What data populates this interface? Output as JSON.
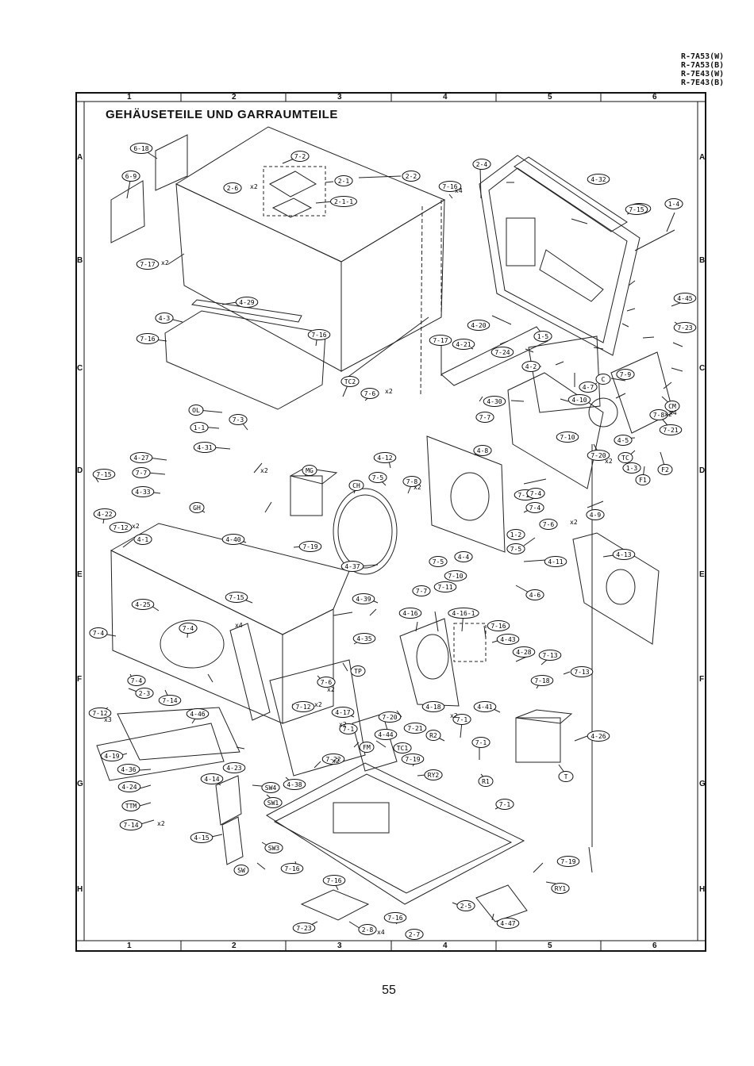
{
  "models": [
    "R-7A53(W)",
    "R-7A53(B)",
    "R-7E43(W)",
    "R-7E43(B)"
  ],
  "title": "GEHÄUSETEILE UND GARRAUMTEILE",
  "page_number": "55",
  "grid": {
    "columns": [
      "1",
      "2",
      "3",
      "4",
      "5",
      "6"
    ],
    "rows": [
      "A",
      "B",
      "C",
      "D",
      "E",
      "F",
      "G",
      "H"
    ]
  },
  "callouts": [
    "6-18",
    "6-9",
    "7-2",
    "2-6",
    "2-1",
    "2-1-1",
    "2-2",
    "7-16",
    "2-4",
    "4-32",
    "7-15",
    "1-4",
    "7-17",
    "4-29",
    "4-3",
    "7-16",
    "7-16",
    "4-45",
    "7-23",
    "4-20",
    "7-17",
    "4-21",
    "1-5",
    "7-24",
    "4-2",
    "TC2",
    "7-6",
    "OL",
    "7-3",
    "1-1",
    "4-31",
    "4-27",
    "7-7",
    "4-33",
    "7-15",
    "4-22",
    "7-12",
    "4-1",
    "MG",
    "CH",
    "4-12",
    "7-5",
    "7-8",
    "4-8",
    "4-7",
    "C",
    "CM",
    "7-8",
    "7-21",
    "4-5",
    "TC",
    "F2",
    "F1",
    "1-3",
    "7-10",
    "7-20",
    "4-10",
    "4-30",
    "7-7",
    "7-16",
    "7-4",
    "7-9",
    "4-9",
    "4-13",
    "4-37",
    "4-4",
    "4-11",
    "7-10",
    "7-11",
    "7-7",
    "4-6",
    "4-39",
    "4-35",
    "4-16",
    "4-16-1",
    "7-16",
    "4-43",
    "4-28",
    "7-13",
    "7-13",
    "7-18",
    "TP",
    "7-6",
    "7-12",
    "4-17",
    "4-18",
    "4-41",
    "4-19",
    "4-36",
    "4-24",
    "TTM",
    "7-14",
    "4-14",
    "SW4",
    "SW1",
    "4-15",
    "SW3",
    "SW",
    "7-16",
    "7-16",
    "7-23",
    "2-8",
    "7-16",
    "2-7",
    "7-1",
    "4-44",
    "TC1",
    "R2",
    "7-1",
    "R1",
    "7-22",
    "FM",
    "7-19",
    "RY2",
    "7-1",
    "T",
    "4-26",
    "7-19",
    "RY1",
    "4-47",
    "2-5",
    "4-46",
    "4-23",
    "4-38",
    "4-40",
    "7-19",
    "GH",
    "7-15",
    "4-25",
    "7-4",
    "7-4",
    "7-4",
    "2-3",
    "7-12",
    "7-14",
    "7-1",
    "7-21",
    "7-20",
    "7-5",
    "1-2",
    "7-15",
    "7-5",
    "7-4",
    "7-6"
  ],
  "multipliers": [
    "x2",
    "x2",
    "x4",
    "x2",
    "x2",
    "x2",
    "x2",
    "x4",
    "x4",
    "x2",
    "x2",
    "x2",
    "x2",
    "x3",
    "x2",
    "x2",
    "x2",
    "x2",
    "x2",
    "x4"
  ]
}
